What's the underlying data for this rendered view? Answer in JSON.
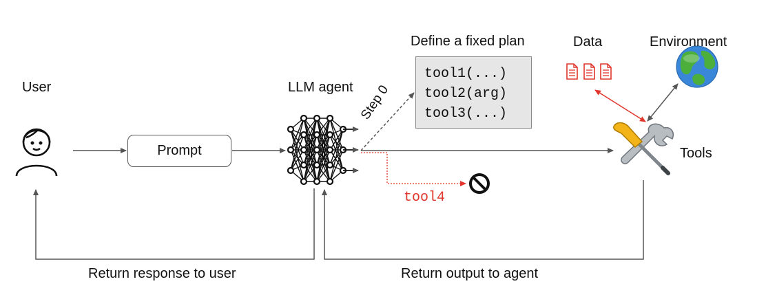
{
  "labels": {
    "user": "User",
    "llm_agent": "LLM agent",
    "define_plan": "Define a fixed plan",
    "data": "Data",
    "environment": "Environment",
    "tools": "Tools",
    "prompt": "Prompt",
    "step0": "Step 0",
    "return_user": "Return response to user",
    "return_agent": "Return output to agent"
  },
  "plan": [
    "tool1(...)",
    "tool2(arg)",
    "tool3(...)"
  ],
  "blocked_tool": "tool4",
  "colors": {
    "flow": "#555555",
    "blocked": "#e0362c",
    "plan_bg": "#e6e6e6",
    "globe_water": "#3a86d8",
    "globe_land": "#4caf3c",
    "wrench": "#9aa0a6",
    "screwdriver": "#f2b418"
  },
  "icons": [
    "user-icon",
    "neural-network-icon",
    "document-icon",
    "globe-icon",
    "tools-icon",
    "prohibited-icon"
  ]
}
